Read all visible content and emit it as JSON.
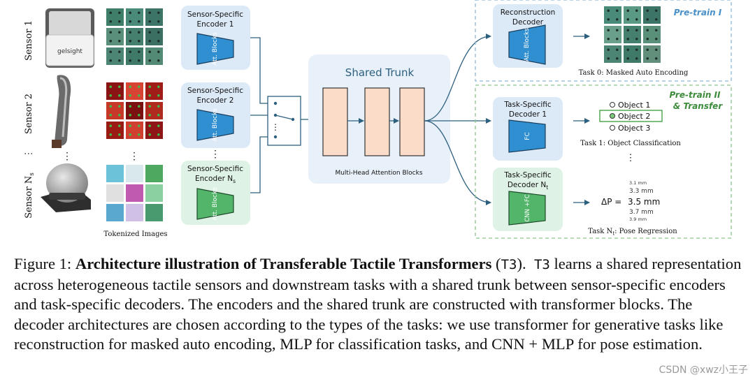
{
  "sensors": {
    "sensor1": "Sensor 1",
    "sensor2": "Sensor 2",
    "sensorN": "Sensor N",
    "sensorN_sub": "s",
    "vdots": "⋮",
    "gelsight_logo": "gelsight"
  },
  "tokenized_label": "Tokenized Images",
  "encoders": [
    {
      "title1": "Sensor-Specific",
      "title2": "Encoder 1",
      "inner": "Att. Blocks"
    },
    {
      "title1": "Sensor-Specific",
      "title2": "Encoder 2",
      "inner": "Att. Blocks"
    },
    {
      "title1": "Sensor-Specific",
      "title2": "Encoder N",
      "title2_sub": "s",
      "inner": "Att. Blocks"
    }
  ],
  "trunk": {
    "title": "Shared Trunk",
    "caption": "Multi-Head Attention Blocks"
  },
  "recon": {
    "title1": "Reconstruction",
    "title2": "Decoder",
    "inner": "Att. Blocks"
  },
  "pretrain1": "Pre-train I",
  "pretrain2_line1": "Pre-train II",
  "pretrain2_line2": "& Transfer",
  "task0": "Task 0: Masked Auto Encoding",
  "dec1": {
    "title1": "Task-Specific",
    "title2": "Decoder 1",
    "inner": "FC"
  },
  "decN": {
    "title1": "Task-Specific",
    "title2": "Decoder N",
    "title2_sub": "t",
    "inner": "CNN +FC"
  },
  "objects": [
    "Object 1",
    "Object 2",
    "Object 3"
  ],
  "task1": "Task 1: Object Classification",
  "delta_p": "ΔP =",
  "mm_values": [
    "3.1 mm",
    "3.3 mm",
    "3.5 mm",
    "3.7 mm",
    "3.9 mm"
  ],
  "taskN": {
    "prefix": "Task N",
    "sub": "t",
    "suffix": ": Pose Regression"
  },
  "caption": {
    "fig_label": "Figure 1:",
    "bold_title": "Architecture illustration of Transferable Tactile Transformers",
    "open_paren": "(",
    "t3_a": "T3",
    "close_paren": ").",
    "t3_b": "T3",
    "body": "learns a shared representation across heterogeneous tactile sensors and downstream tasks with a shared trunk between sensor-specific encoders and task-specific decoders. The encoders and the shared trunk are constructed with transformer blocks. The decoder architectures are chosen according to the types of the tasks: we use transformer for generative tasks like reconstruction for masked auto encoding, MLP for classification tasks, and CNN + MLP for pose estimation."
  },
  "watermark": "CSDN @xwz小王子",
  "colors": {
    "encoder_blue": "#dce9f7",
    "encoder_green": "#dff2e6",
    "trunk_bg": "#e8f1f9",
    "trunk_block": "#fbdcc8",
    "pretrain1_text": "#4a90c8",
    "pretrain2_text": "#3c8c3c",
    "arrow": "#2d5f7f"
  }
}
